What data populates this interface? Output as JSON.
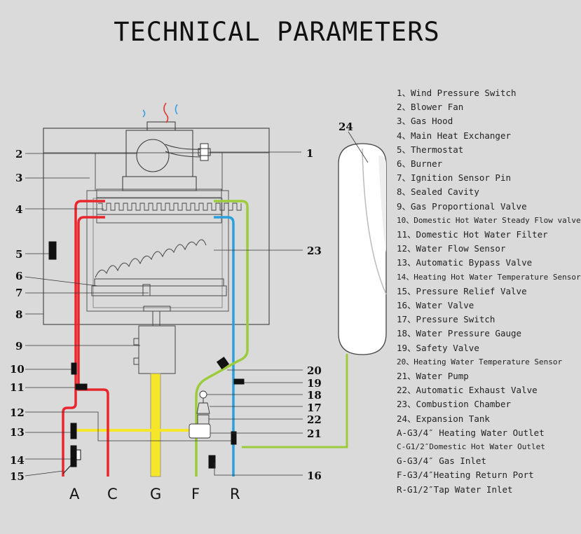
{
  "title": "TECHNICAL PARAMETERS",
  "colors": {
    "background": "#dadada",
    "red_pipe": "#e8262c",
    "blue_pipe": "#2aa0dc",
    "green_pipe": "#9ccb3b",
    "yellow_pipe": "#f5e62a"
  },
  "callouts": [
    "1",
    "2",
    "3",
    "4",
    "5",
    "6",
    "7",
    "8",
    "9",
    "10",
    "11",
    "12",
    "13",
    "14",
    "15",
    "16",
    "17",
    "18",
    "19",
    "20",
    "21",
    "22",
    "23",
    "24"
  ],
  "ports": [
    "A",
    "C",
    "G",
    "F",
    "R"
  ],
  "legend": [
    "1、Wind Pressure Switch",
    "2、Blower Fan",
    "3、Gas Hood",
    "4、Main Heat Exchanger",
    "5、Thermostat",
    "6、Burner",
    "7、Ignition Sensor Pin",
    "8、Sealed Cavity",
    "9、Gas Proportional Valve",
    "10、Domestic Hot Water Steady Flow valve",
    "11、Domestic Hot Water Filter",
    "12、Water Flow Sensor",
    "13、Automatic Bypass Valve",
    "14、Heating Hot Water Temperature Sensor",
    "15、Pressure Relief Valve",
    "16、Water Valve",
    "17、Pressure Switch",
    "18、Water Pressure Gauge",
    "19、Safety Valve",
    "20、Heating Water Temperature Sensor",
    "21、Water Pump",
    "22、Automatic Exhaust Valve",
    "23、Combustion Chamber",
    "24、Expansion Tank",
    "A-G3/4″ Heating Water Outlet",
    "C-G1/2″Domestic Hot Water Outlet",
    "G-G3/4″ Gas Inlet",
    "F-G3/4″Heating Return Port",
    "R-G1/2″Tap Water Inlet"
  ]
}
